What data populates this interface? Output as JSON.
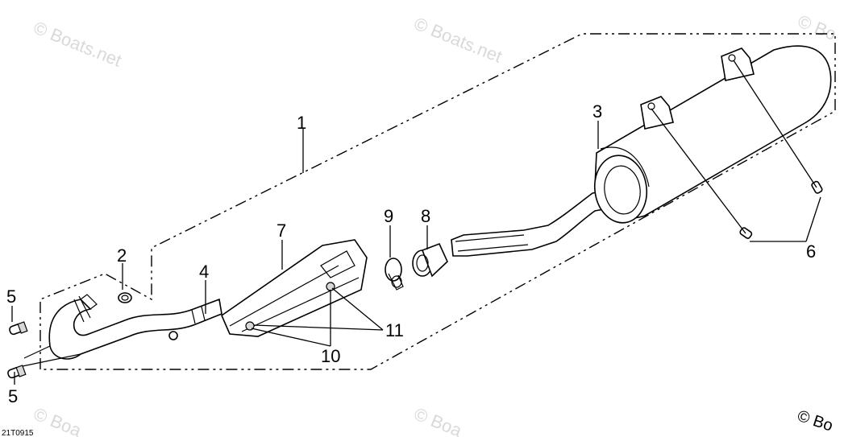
{
  "callouts": {
    "c1": "1",
    "c2": "2",
    "c3": "3",
    "c4": "4",
    "c5_top": "5",
    "c5_bottom": "5",
    "c6": "6",
    "c7": "7",
    "c8": "8",
    "c9": "9",
    "c10": "10",
    "c11": "11"
  },
  "watermarks": {
    "w1": "© Boats.net",
    "w2": "© Boats.net",
    "w3": "© Bo",
    "w4": "© Boa",
    "w5": "© Boa",
    "w6": "© Bo"
  },
  "diagram_code": "21T0915",
  "colors": {
    "line": "#000000",
    "watermark": "#d9d9d9",
    "shade": "#d8d8d8"
  }
}
